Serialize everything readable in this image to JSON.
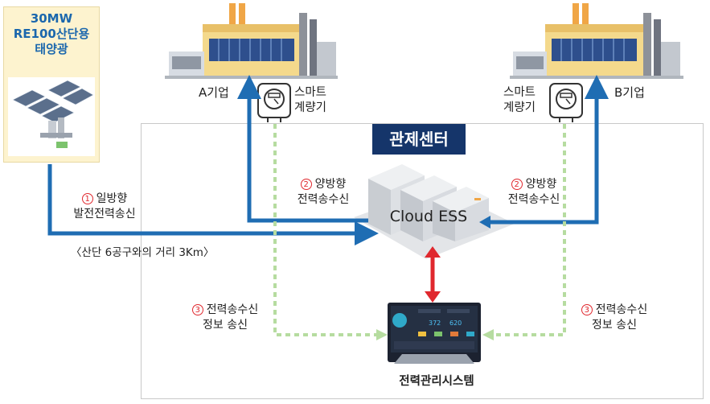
{
  "solar": {
    "line1": "30MW",
    "line2": "RE100산단용",
    "line3": "태양광"
  },
  "company_a": {
    "name": "A기업",
    "meter_label_1": "스마트",
    "meter_label_2": "계량기"
  },
  "company_b": {
    "name": "B기업",
    "meter_label_1": "스마트",
    "meter_label_2": "계량기"
  },
  "control_center": {
    "title": "관제센터"
  },
  "ess": {
    "label": "Cloud ESS"
  },
  "flow1": {
    "num": "1",
    "line1": "일방향",
    "line2": "발전전력송신"
  },
  "distance": {
    "text": "〈산단 6공구와의 거리 3Km〉"
  },
  "flow2_left": {
    "num": "2",
    "line1": "양방향",
    "line2": "전력송수신"
  },
  "flow2_right": {
    "num": "2",
    "line1": "양방향",
    "line2": "전력송수신"
  },
  "flow3_left": {
    "num": "3",
    "line1": "전력송수신",
    "line2": "정보 송신"
  },
  "flow3_right": {
    "num": "3",
    "line1": "전력송수신",
    "line2": "정보 송신"
  },
  "system": {
    "label": "전력관리시스템"
  },
  "colors": {
    "solid_arrow": "#1f6db3",
    "dashed_arrow": "#b6dca0",
    "red_arrow": "#e0282e",
    "title_bg": "#15356a",
    "solar_bg": "#fdf3cf"
  }
}
